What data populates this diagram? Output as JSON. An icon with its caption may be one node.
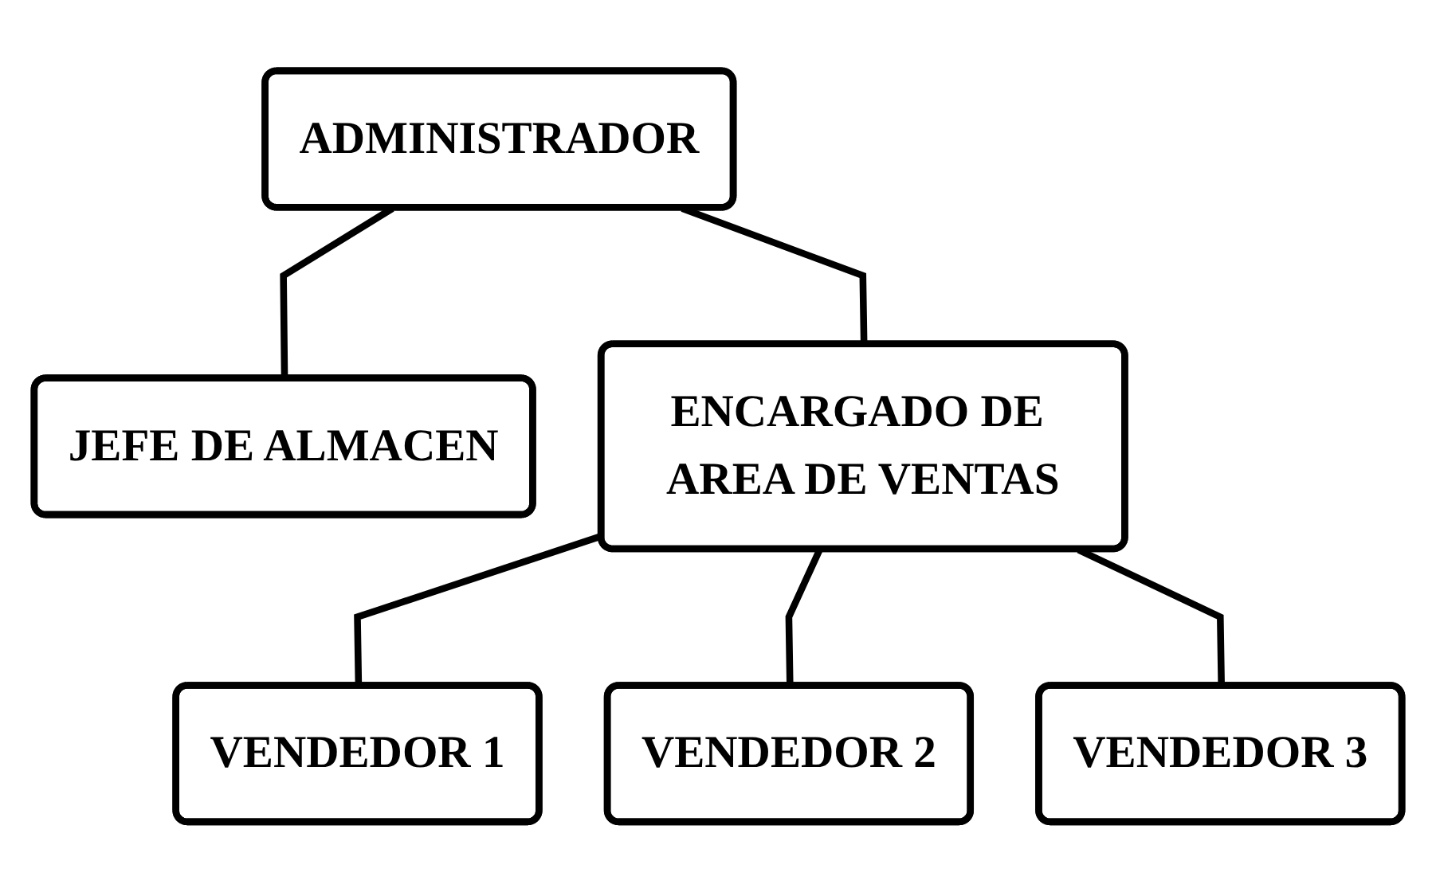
{
  "diagram": {
    "nodes": [
      {
        "text": [
          "ADMINISTRADOR"
        ]
      },
      {
        "text": [
          "JEFE DE ALMACEN"
        ]
      },
      {
        "text": [
          "ENCARGADO DE AREA DE VENTAS"
        ]
      },
      {
        "text": [
          "VENDEDOR 1"
        ]
      },
      {
        "text": [
          "VENDEDOR 2"
        ]
      },
      {
        "text": [
          "VENDEDOR 3"
        ]
      }
    ],
    "edges": [
      {
        "from": 0,
        "to": 1,
        "arrow": "none"
      },
      {
        "from": 0,
        "to": 2,
        "arrow": "none"
      },
      {
        "from": 2,
        "to": 3,
        "arrow": "none"
      },
      {
        "from": 2,
        "to": 4,
        "arrow": "none"
      },
      {
        "from": 2,
        "to": 5,
        "arrow": "none"
      }
    ]
  }
}
